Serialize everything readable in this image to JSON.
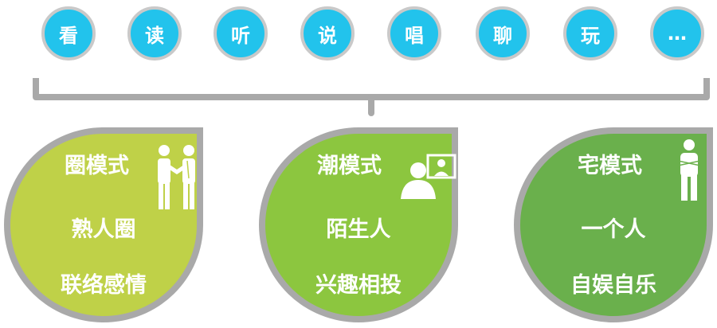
{
  "activities": [
    "看",
    "读",
    "听",
    "说",
    "唱",
    "聊",
    "玩",
    "…"
  ],
  "modes": [
    {
      "title": "圈模式",
      "line1": "熟人圈",
      "line2": "联络感情",
      "color": "#bfd148",
      "icon": "handshake-people-icon"
    },
    {
      "title": "潮模式",
      "line1": "陌生人",
      "line2": "兴趣相投",
      "color": "#8cc63f",
      "icon": "video-chat-person-icon"
    },
    {
      "title": "宅模式",
      "line1": "一个人",
      "line2": "自娱自乐",
      "color": "#6ab04c",
      "icon": "standing-person-icon"
    }
  ],
  "colors": {
    "circle": "#22c3ec",
    "circle_border": "#c9c9c9",
    "bracket": "#a9a9a9",
    "petal_border": "#a9a9a9"
  }
}
